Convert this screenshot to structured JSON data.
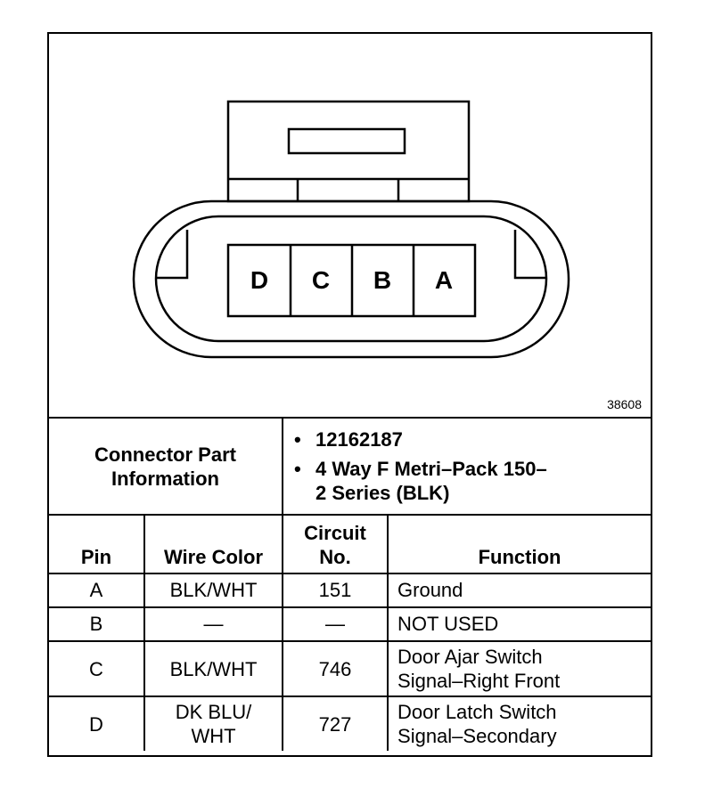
{
  "figure_id": "38608",
  "connector": {
    "pins": [
      "D",
      "C",
      "B",
      "A"
    ]
  },
  "info": {
    "label_line1": "Connector Part",
    "label_line2": "Information",
    "bullets": [
      {
        "line1": "12162187",
        "line2": ""
      },
      {
        "line1": "4 Way F Metri–Pack 150–",
        "line2": "2 Series (BLK)"
      }
    ]
  },
  "table": {
    "headers": {
      "pin": "Pin",
      "wire_color": "Wire Color",
      "circuit_line1": "Circuit",
      "circuit_line2": "No.",
      "function": "Function"
    },
    "rows": [
      {
        "pin": "A",
        "wire1": "BLK/WHT",
        "wire2": "",
        "circuit": "151",
        "func1": "Ground",
        "func2": ""
      },
      {
        "pin": "B",
        "wire1": "—",
        "wire2": "",
        "circuit": "—",
        "func1": "NOT USED",
        "func2": ""
      },
      {
        "pin": "C",
        "wire1": "BLK/WHT",
        "wire2": "",
        "circuit": "746",
        "func1": "Door Ajar Switch",
        "func2": "Signal–Right Front"
      },
      {
        "pin": "D",
        "wire1": "DK BLU/",
        "wire2": "WHT",
        "circuit": "727",
        "func1": "Door Latch Switch",
        "func2": "Signal–Secondary"
      }
    ]
  }
}
